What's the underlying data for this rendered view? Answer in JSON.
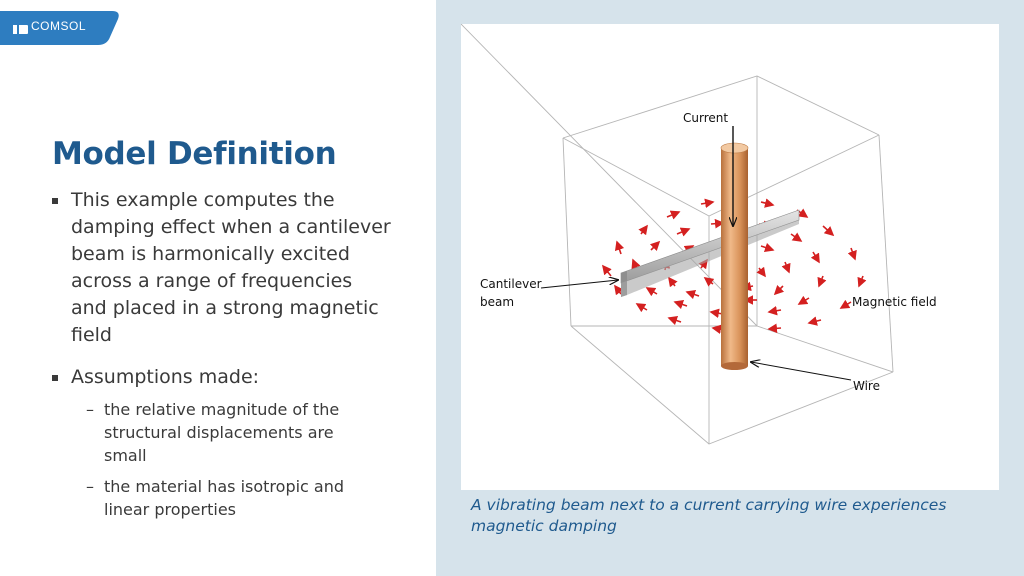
{
  "logo": {
    "text": "COMSOL"
  },
  "title": "Model Definition",
  "bullets": [
    {
      "text": "This example computes the damping effect when a cantilever beam is harmonically excited across a range of frequencies and placed in a strong magnetic field"
    },
    {
      "text": "Assumptions made:",
      "sub": [
        "the relative magnitude of the structural displacements are small",
        "the material has isotropic and linear properties"
      ]
    }
  ],
  "figure": {
    "labels": {
      "current": "Current",
      "cantilever": "Cantilever",
      "beam": "beam",
      "magnetic_field": "Magnetic field",
      "wire": "Wire"
    },
    "caption": "A vibrating beam next to a current carrying wire experiences magnetic damping"
  },
  "colors": {
    "title": "#1f5a8e",
    "caption": "#1f5a8e",
    "panel": "#d6e3eb",
    "logo_bg": "#2e7dc0",
    "arrows": "#d42020",
    "wire": "#d9935a"
  }
}
